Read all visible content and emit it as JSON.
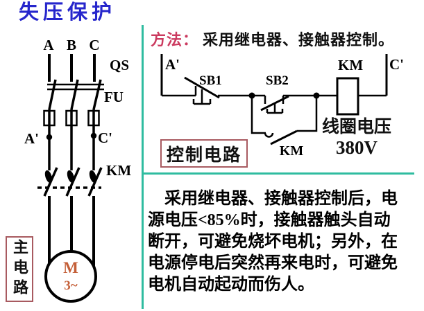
{
  "title": "失压保护",
  "colors": {
    "title_blue": "#2626cc",
    "method_red": "#cb3a5f",
    "divider_teal": "#2fbca0",
    "caption_border": "#a85a60",
    "motor_text": "#c45f38"
  },
  "method": {
    "prefix": "方法：",
    "text": "采用继电器、接触器控制。"
  },
  "main_circuit": {
    "phase_labels": [
      "A",
      "B",
      "C"
    ],
    "switch_label": "QS",
    "fuse_label": "FU",
    "node_a_label": "A'",
    "node_c_label": "C'",
    "contactor_label": "KM",
    "motor_label": "M",
    "motor_phase_label": "3~",
    "caption": "主电路"
  },
  "control_circuit": {
    "node_a_label": "A'",
    "node_c_label": "C'",
    "stop_button_label": "SB1",
    "start_button_label": "SB2",
    "holding_contact_label": "KM",
    "coil_label": "KM",
    "coil_voltage_line1": "线圈电压",
    "coil_voltage_line2": "380V",
    "caption": "控制电路"
  },
  "description": {
    "lines": [
      "采用继电器、接触器控制后，电",
      "源电压<85%时，接触器触头自动",
      "断开，可避免烧坏电机；另外，在",
      "电源停电后突然再来电时，可避免",
      "电机自动起动而伤人。"
    ]
  }
}
